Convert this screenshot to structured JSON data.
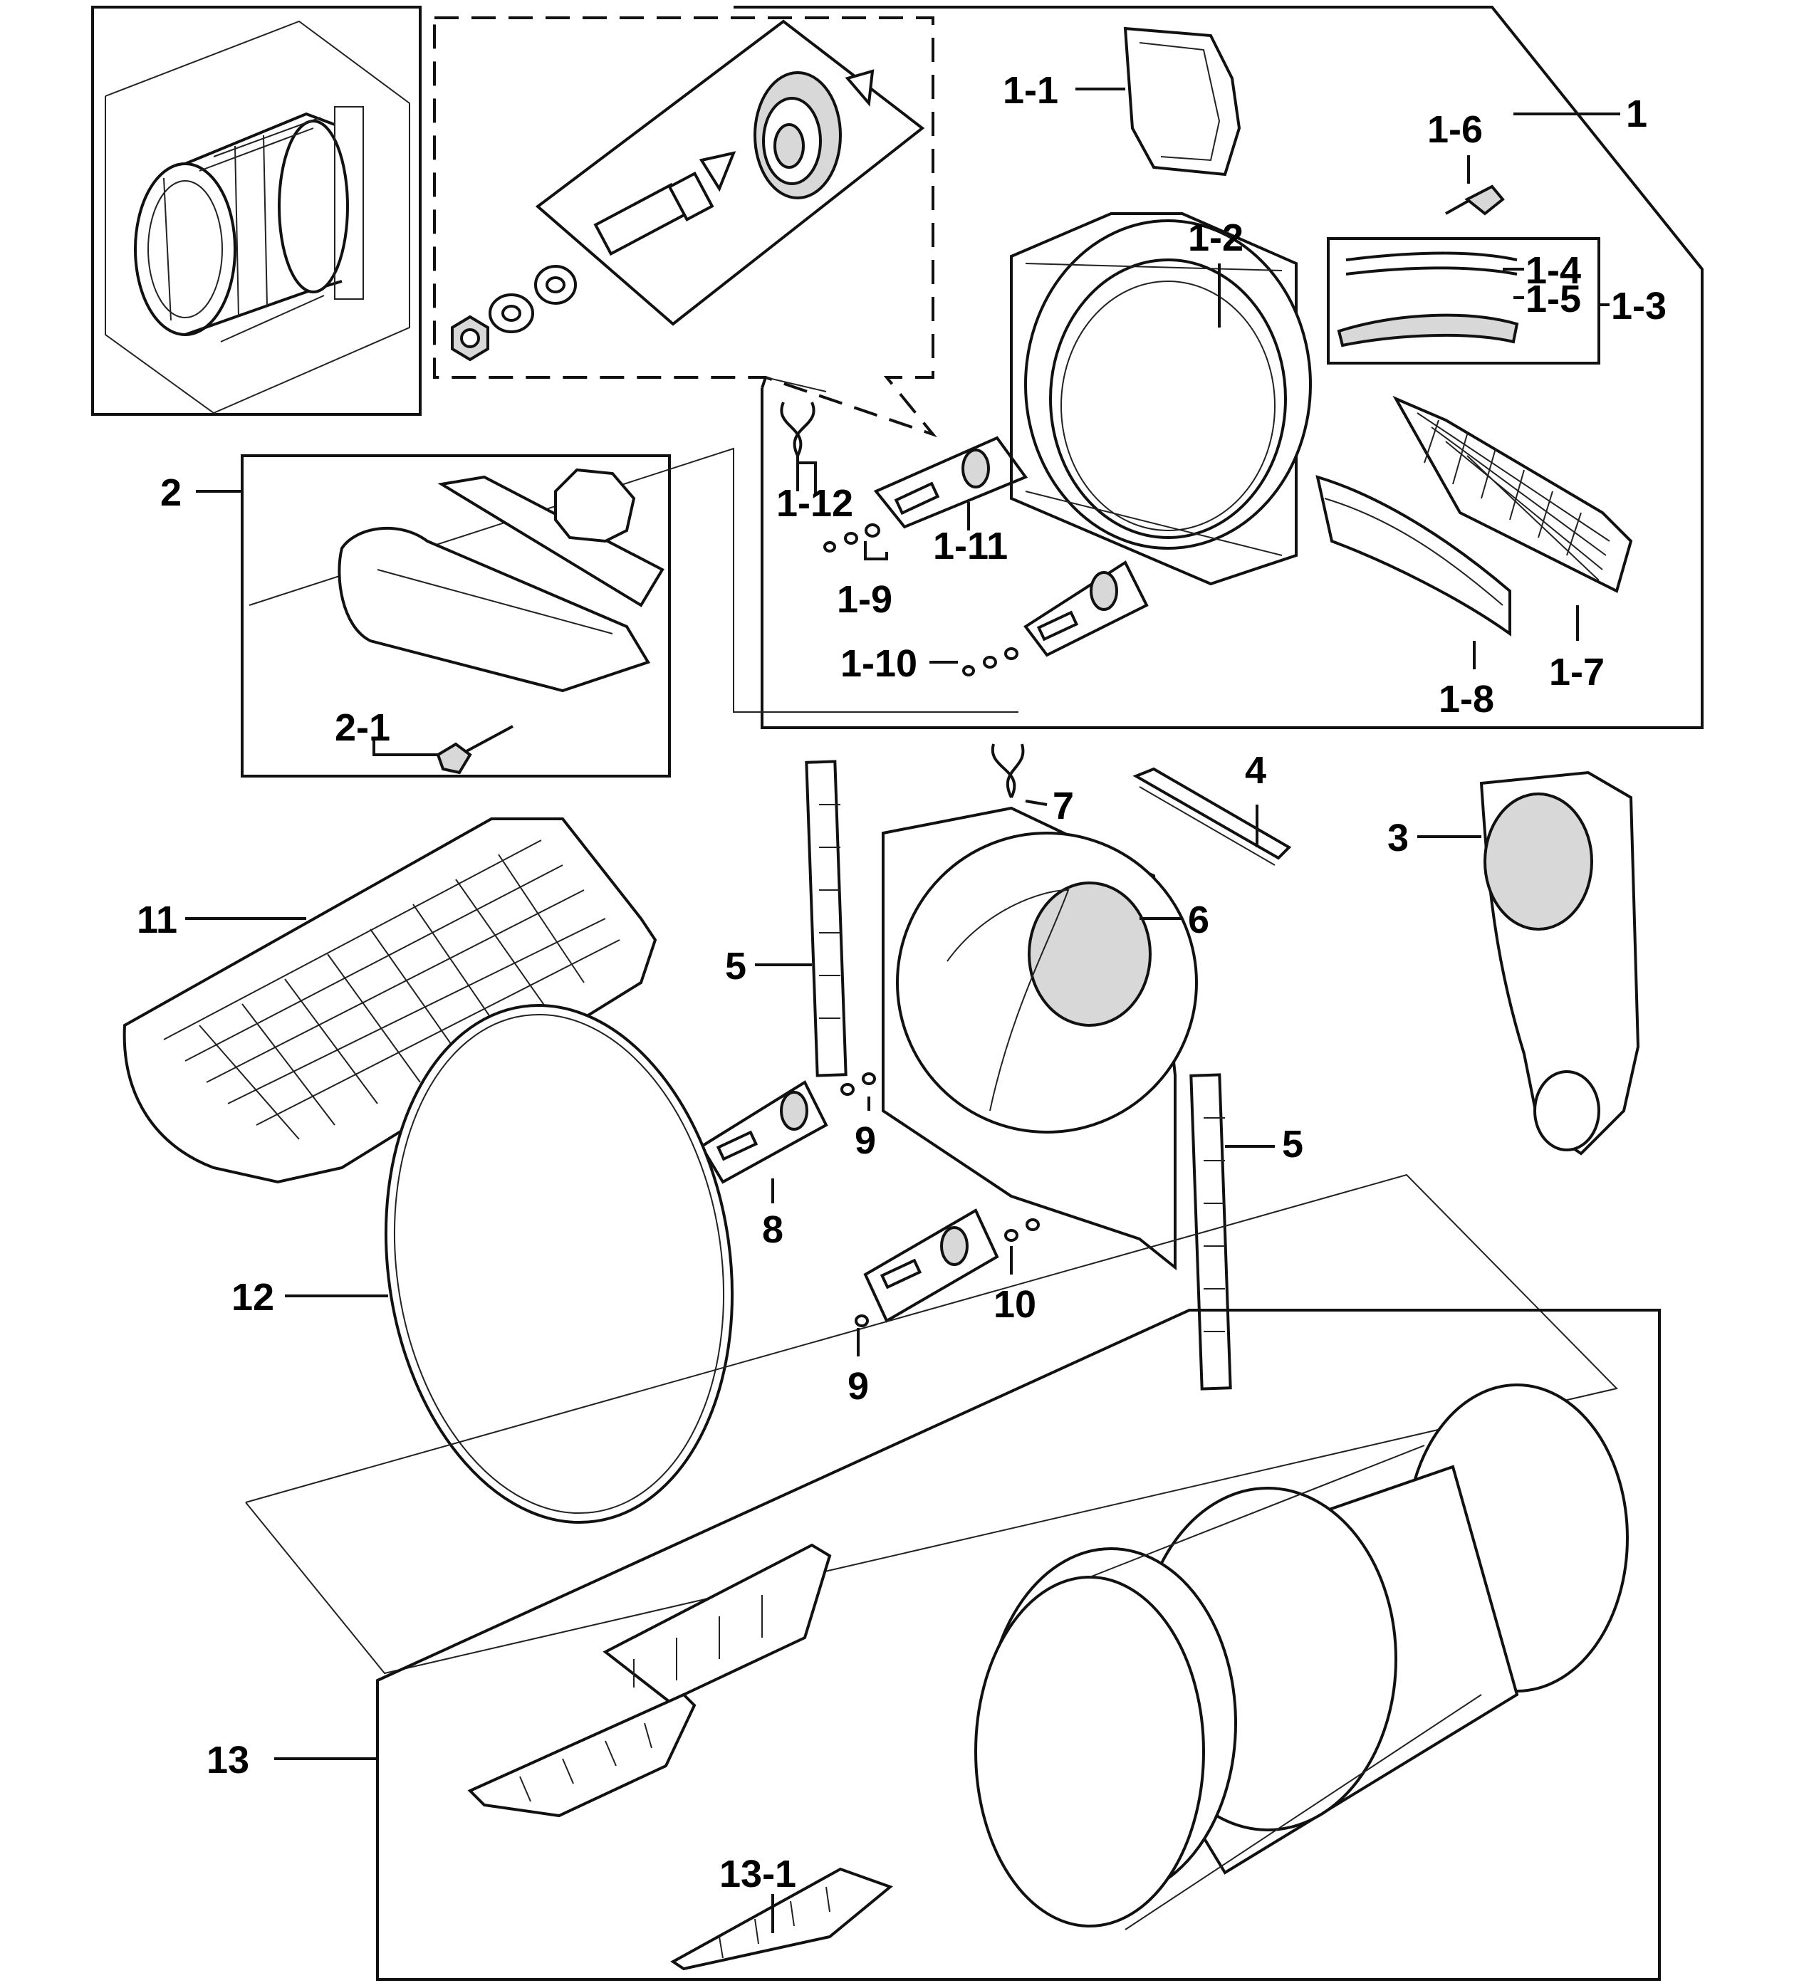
{
  "callouts": {
    "c1": "1",
    "c1_1": "1-1",
    "c1_2": "1-2",
    "c1_3": "1-3",
    "c1_4": "1-4",
    "c1_5": "1-5",
    "c1_6": "1-6",
    "c1_7": "1-7",
    "c1_8": "1-8",
    "c1_9": "1-9",
    "c1_10": "1-10",
    "c1_11": "1-11",
    "c1_12": "1-12",
    "c2": "2",
    "c2_1": "2-1",
    "c3": "3",
    "c4": "4",
    "c5a": "5",
    "c5b": "5",
    "c6": "6",
    "c7": "7",
    "c8": "8",
    "c9a": "9",
    "c9b": "9",
    "c10": "10",
    "c11": "11",
    "c12": "12",
    "c13": "13",
    "c13_1": "13-1"
  }
}
